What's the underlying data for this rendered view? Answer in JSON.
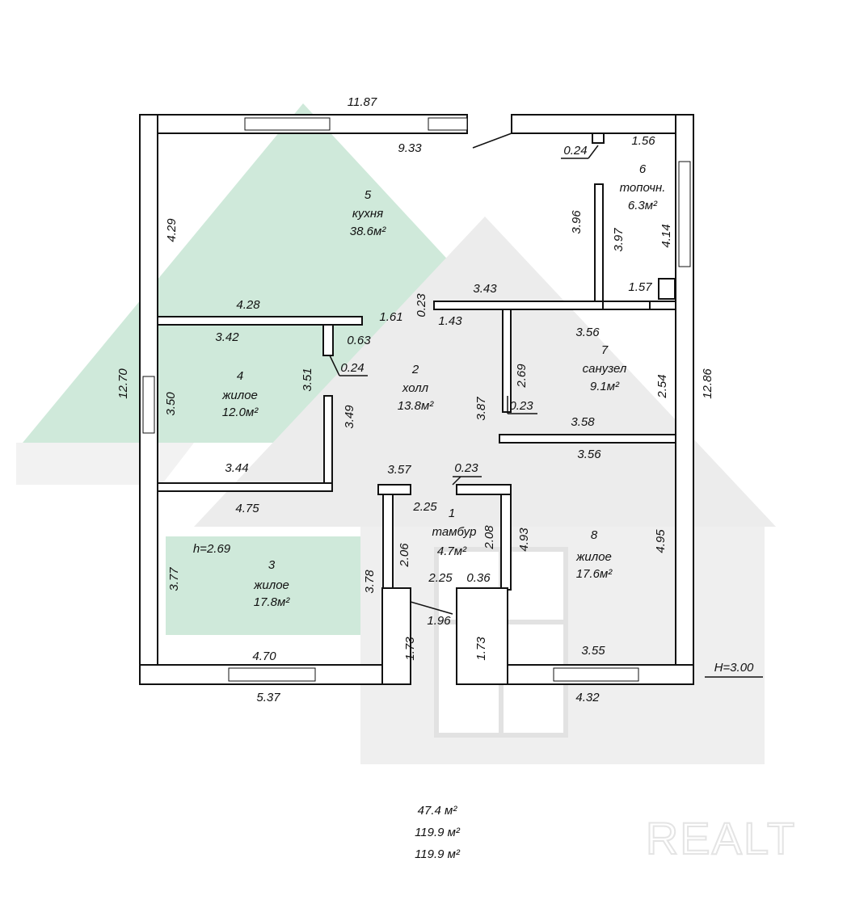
{
  "plan": {
    "total_outer_width": "11.87",
    "top_inner": "9.33",
    "left_outer": "12.70",
    "right_outer": "12.86",
    "ceiling_height": "H=3.00",
    "room3_height": "h=2.69",
    "bottom_left": "5.37",
    "bottom_right": "4.32"
  },
  "rooms": [
    {
      "num": "1",
      "name": "тамбур",
      "area": "4.7м²"
    },
    {
      "num": "2",
      "name": "холл",
      "area": "13.8м²"
    },
    {
      "num": "3",
      "name": "жилое",
      "area": "17.8м²"
    },
    {
      "num": "4",
      "name": "жилое",
      "area": "12.0м²"
    },
    {
      "num": "5",
      "name": "кухня",
      "area": "38.6м²"
    },
    {
      "num": "6",
      "name": "топочн.",
      "area": "6.3м²"
    },
    {
      "num": "7",
      "name": "санузел",
      "area": "9.1м²"
    },
    {
      "num": "8",
      "name": "жилое",
      "area": "17.6м²"
    }
  ],
  "dims": [
    "0.24",
    "1.56",
    "3.96",
    "3.97",
    "4.14",
    "1.57",
    "4.29",
    "4.28",
    "1.61",
    "0.23",
    "3.43",
    "1.43",
    "3.56",
    "3.42",
    "0.63",
    "0.24",
    "2.69",
    "2.54",
    "3.51",
    "3.50",
    "3.49",
    "3.87",
    "0.23",
    "3.58",
    "3.56",
    "3.44",
    "3.57",
    "0.23",
    "4.75",
    "2.25",
    "2.08",
    "4.93",
    "4.95",
    "3.77",
    "2.06",
    "3.78",
    "2.25",
    "0.36",
    "1.96",
    "1.73",
    "1.73",
    "4.70",
    "3.55"
  ],
  "totals": [
    "47.4 м²",
    "119.9 м²",
    "119.9 м²"
  ],
  "watermark": "REALT",
  "colors": {
    "green": "#cfe9da",
    "gray": "#ececec"
  }
}
